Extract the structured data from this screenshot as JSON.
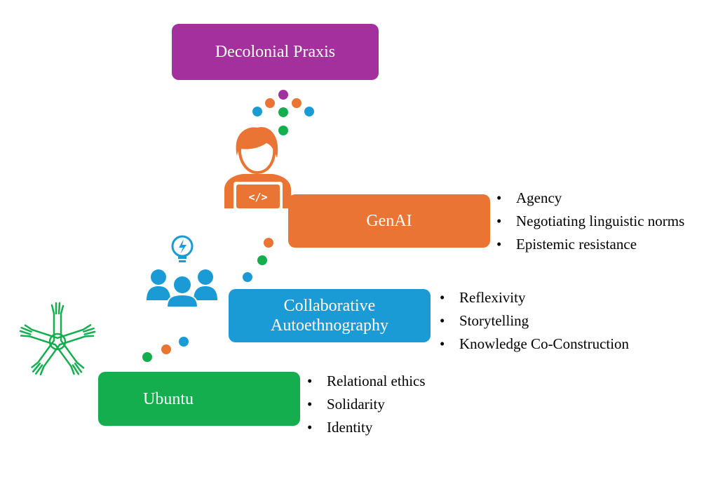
{
  "colors": {
    "purple": "#A3309D",
    "orange": "#EA7433",
    "blue": "#1B9BD6",
    "green": "#14AE4F"
  },
  "icons": {
    "top": "developer-with-laptop-icon",
    "middle": "team-idea-lightbulb-icon",
    "bottom": "joined-hands-circle-icon"
  },
  "stages": {
    "decolonial": {
      "title": "Decolonial Praxis"
    },
    "genai": {
      "title": "GenAI",
      "bullets": [
        "Agency",
        "Negotiating linguistic norms",
        "Epistemic resistance"
      ]
    },
    "collab": {
      "title_line1": "Collaborative",
      "title_line2": "Autoethnography",
      "bullets": [
        "Reflexivity",
        "Storytelling",
        "Knowledge Co-Construction"
      ]
    },
    "ubuntu": {
      "title": "Ubuntu",
      "bullets": [
        "Relational ethics",
        "Solidarity",
        "Identity"
      ]
    }
  }
}
